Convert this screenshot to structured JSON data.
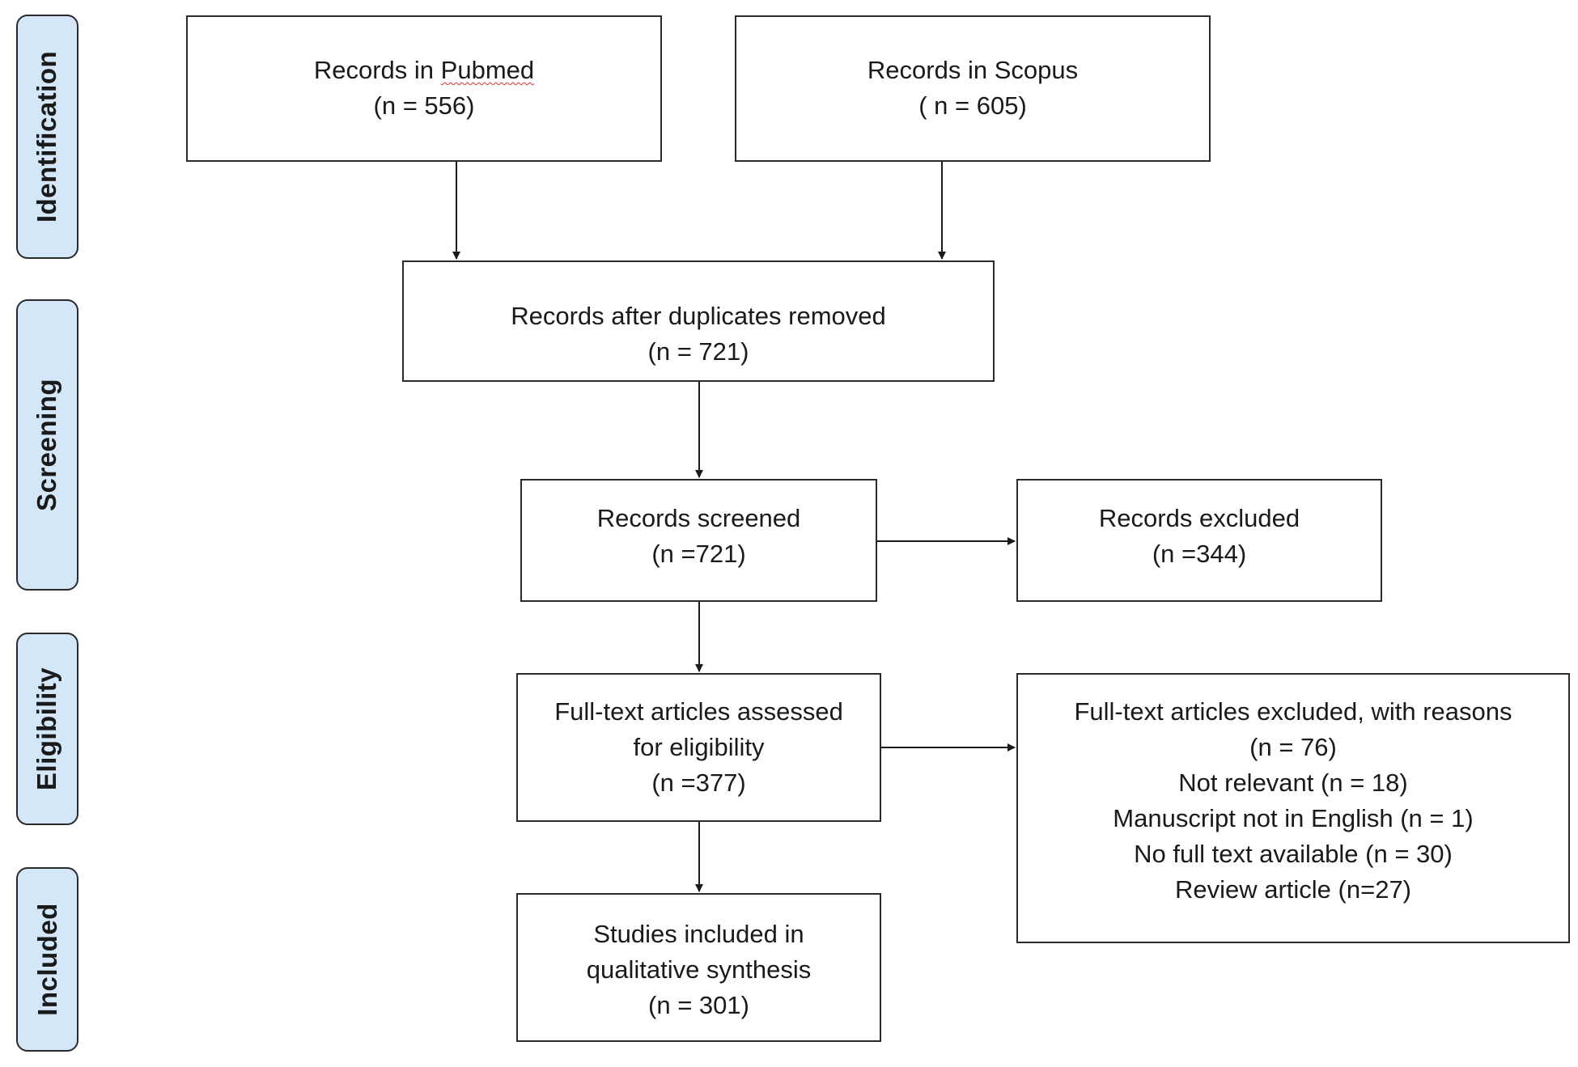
{
  "phases": {
    "identification": "Identification",
    "screening": "Screening",
    "eligibility": "Eligibility",
    "included": "Included"
  },
  "boxes": {
    "pubmed": {
      "label_prefix": "Records in ",
      "label_word": "Pubmed",
      "count": "(n =  556)"
    },
    "scopus": {
      "label": "Records in Scopus",
      "count": "( n = 605)"
    },
    "duplicates_removed": {
      "label": "Records after duplicates removed",
      "count": "(n = 721)"
    },
    "screened": {
      "label": "Records screened",
      "count": "(n =721)"
    },
    "excluded": {
      "label": "Records excluded",
      "count": "(n =344)"
    },
    "fulltext_assessed": {
      "line1": "Full-text articles assessed",
      "line2": "for eligibility",
      "count": "(n =377)"
    },
    "fulltext_excluded": {
      "label": "Full-text articles excluded, with reasons",
      "count": "(n =  76)",
      "reasons": [
        "Not relevant (n = 18)",
        "Manuscript not in English (n = 1)",
        "No full text available (n = 30)",
        "Review article (n=27)"
      ]
    },
    "included": {
      "line1": "Studies included in",
      "line2": "qualitative synthesis",
      "count": "(n = 301)"
    }
  }
}
